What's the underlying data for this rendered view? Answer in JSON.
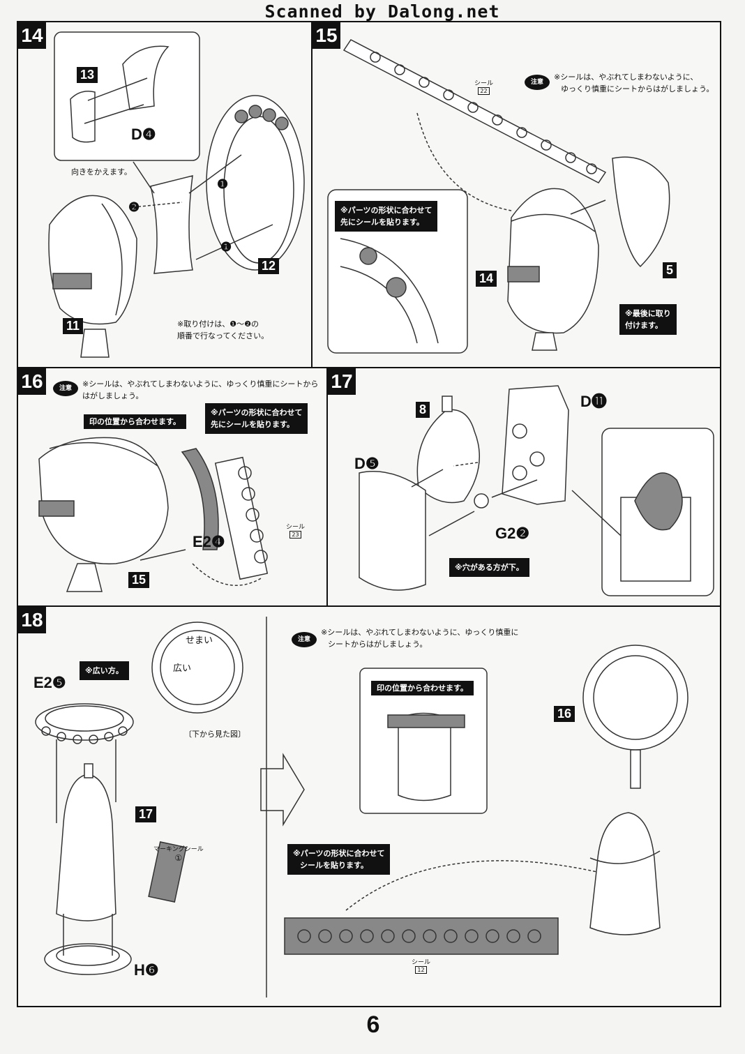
{
  "header": "Scanned by Dalong.net",
  "page_number": "6",
  "caution_label": "注意",
  "steps": {
    "s14": {
      "number": "14",
      "part13": "13",
      "partD4": "D❹",
      "part11": "11",
      "part12": "12",
      "turn_note": "向きをかえます。",
      "order_note_1": "※取り付けは、❶～❷の",
      "order_note_2": "順番で行なってください。",
      "num1a": "❶",
      "num1b": "❶",
      "num2": "❷"
    },
    "s15": {
      "number": "15",
      "seal_label": "シール",
      "seal_no": "22",
      "caution_1": "※シールは、やぶれてしまわないように、",
      "caution_2": "ゆっくり慎重にシートからはがしましょう。",
      "callout_1": "※パーツの形状に合わせて",
      "callout_2": "先にシールを貼ります。",
      "part14": "14",
      "part5": "5",
      "last_1": "※最後に取り",
      "last_2": "付けます。"
    },
    "s16": {
      "number": "16",
      "caution_1": "※シールは、やぶれてしまわないように、ゆっくり慎重にシートから",
      "caution_2": "はがしましょう。",
      "align": "印の位置から合わせます。",
      "callout_1": "※パーツの形状に合わせて",
      "callout_2": "先にシールを貼ります。",
      "seal_label": "シール",
      "seal_no": "23",
      "partE24": "E2❹",
      "part15": "15"
    },
    "s17": {
      "number": "17",
      "part8": "8",
      "partD11": "D⓫",
      "partD5": "D❺",
      "partG22": "G2❷",
      "hole_note": "※穴がある方が下。"
    },
    "s18": {
      "number": "18",
      "wide_note": "※広い方。",
      "partE25": "E2❺",
      "narrow": "せまい",
      "wide": "広い",
      "bottom_view": "〔下から見た図〕",
      "part17": "17",
      "marking_label": "マーキングシール",
      "marking_no": "①",
      "partH6": "H❻",
      "caution_1": "※シールは、やぶれてしまわないように、ゆっくり慎重に",
      "caution_2": "シートからはがしましょう。",
      "align": "印の位置から合わせます。",
      "part16": "16",
      "callout_1": "※パーツの形状に合わせて",
      "callout_2": "シールを貼ります。",
      "seal_label": "シール",
      "seal_no": "12"
    }
  }
}
